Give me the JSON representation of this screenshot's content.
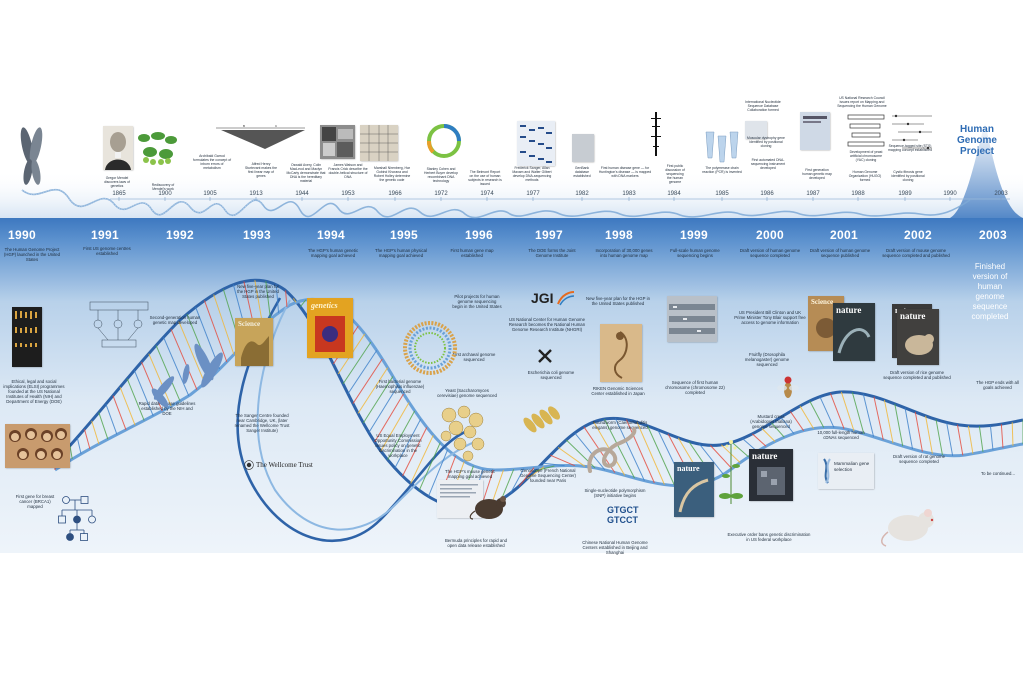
{
  "title": "Human Genome Project",
  "end_year_heading": "2003",
  "finished_text": "Finished version of human genome sequence completed",
  "end_note": "The HGP ends with all goals achieved",
  "to_be_continued": "To be continued...",
  "seq_text_1": "GTGCT",
  "seq_text_2": "GTCCT",
  "jgi_logo_text": "JGI",
  "wellcome_logo_text": "The Wellcome Trust",
  "top_timeline": {
    "years": [
      "1865",
      "1900",
      "1905",
      "1913",
      "1944",
      "1953",
      "1966",
      "1972",
      "1974",
      "1977",
      "1982",
      "1983",
      "1984",
      "1985",
      "1986",
      "1987",
      "1988",
      "1989",
      "1990",
      "2003"
    ],
    "captions": [
      "Gregor Mendel discovers laws of genetics",
      "Rediscovery of Mendel's work",
      "Archibald Garrod formulates the concept of inborn errors of metabolism",
      "Alfred Henry Sturtevant makes the first linear map of genes",
      "Oswald Avery, Colin MacLeod and Maclyn McCarty demonstrate that DNA is the hereditary material",
      "James Watson and Francis Crick describe the double-helical structure of DNA",
      "Marshall Nirenberg, Har Gobind Khorana and Robert Holley determine the genetic code",
      "Stanley Cohen and Herbert Boyer develop recombinant DNA technology",
      "The Belmont Report on the use of human subjects in research is issued",
      "Frederick Sanger, Allan Maxam and Walter Gilbert develop DNA-sequencing methods",
      "GenBank database established",
      "First human disease gene — for Huntington's disease — is mapped with DNA markers",
      "First public discussion of sequencing the human genome",
      "The polymerase chain reaction (PCR) is invented",
      "International Nucleotide Sequence Database Collaboration formed",
      "Muscular dystrophy gene identified by positional cloning",
      "First automated DNA-sequencing instrument developed",
      "First generation human genetic map developed",
      "US National Research Council issues report on Mapping and Sequencing the Human Genome",
      "Development of yeast artificial chromosome (YAC) cloning",
      "Human Genome Organization (HUGO) formed",
      "Sequence-tagged site (STS) mapping concept established",
      "Cystic fibrosis gene identified by positional cloning"
    ]
  },
  "big_years": [
    "1990",
    "1991",
    "1992",
    "1993",
    "1994",
    "1995",
    "1996",
    "1997",
    "1998",
    "1999",
    "2000",
    "2001",
    "2002"
  ],
  "events": [
    "The Human Genome Project (HGP) launched in the United States",
    "Ethical, legal and social implications (ELSI) programmes founded at the US National Institutes of Health (NIH) and Department of Energy (DOE)",
    "First gene for breast cancer (BRCA1) mapped",
    "First US genome centres established",
    "Second-generation human genetic map developed",
    "Rapid data-release guidelines established by the NIH and DOE",
    "New five-year plan for the HGP in the United States published",
    "The Sanger Centre founded near Cambridge, UK, (later renamed the Wellcome Trust Sanger Institute)",
    "The HGP's human genetic mapping goal achieved",
    "The HGP's human physical mapping goal achieved",
    "First bacterial genome (Haemophilus influenzae) sequenced",
    "US Equal Employment Opportunity Commission issues policy on genetic discrimination in the workplace",
    "First human gene map established",
    "Pilot projects for human genome sequencing begin in the United States",
    "First archaeal genome sequenced",
    "Yeast (Saccharomyces cerevisiae) genome sequenced",
    "The HGP's mouse genetic mapping goal achieved",
    "Bermuda principles for rapid and open data release established",
    "The DOE forms the Joint Genome Institute",
    "US National Center for Human Genome Research becomes the National Human Genome Research Institute (NHGRI)",
    "Escherichia coli genome sequenced",
    "Genoscope (French National Genome Sequencing Center) founded near Paris",
    "Incorporation of 30,000 genes into human genome map",
    "New five-year plan for the HGP in the United States published",
    "RIKEN Genomic Sciences Center established in Japan",
    "Roundworm (Caenorhabditis elegans) genome sequenced",
    "Single-nucleotide polymorphism (SNP) initiative begins",
    "Chinese National Human Genome Centers established in Beijing and Shanghai",
    "Full-scale human genome sequencing begins",
    "Sequence of first human chromosome (chromosome 22) completed",
    "Draft version of human genome sequence completed",
    "US President Bill Clinton and UK Prime Minister Tony Blair support free access to genome information",
    "Fruitfly (Drosophila melanogaster) genome sequenced",
    "Mustard cress (Arabidopsis thaliana) genome sequenced",
    "Executive order bans genetic discrimination in US federal workplace",
    "Draft version of human genome sequence published",
    "10,000 full-length human cDNAs sequenced",
    "Draft version of mouse genome sequence completed and published",
    "Draft version of rice genome sequence completed and published",
    "Draft version of rat genome sequence completed"
  ],
  "magazines": {
    "science": "Science",
    "genetics": "genetics",
    "nature": "nature",
    "selection_text": "Mammalian gene selection"
  },
  "colors": {
    "band_blue": "#3f7dc4",
    "band_light": "#dbe8f5",
    "helix_a": "#2e63a8",
    "helix_b": "#6aa1d8"
  }
}
